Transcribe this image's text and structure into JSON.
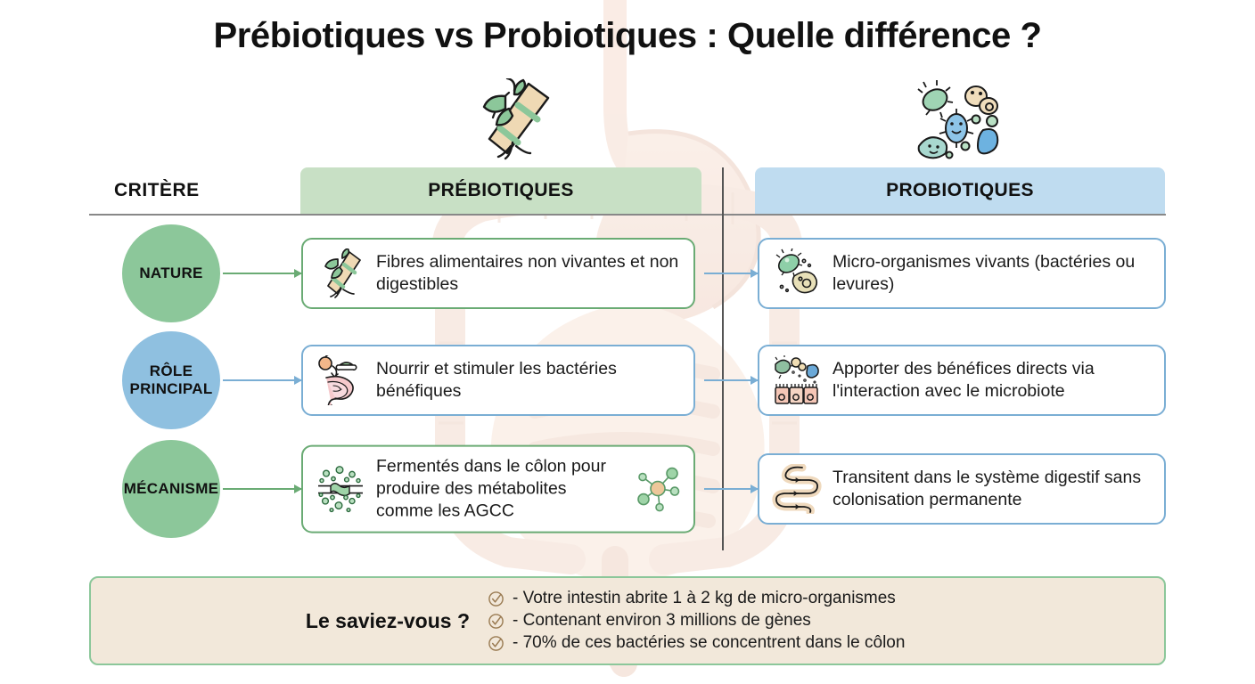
{
  "title": "Prébiotiques vs Probiotiques : Quelle différence ?",
  "columns": {
    "criterion_header": "CRITÈRE",
    "prebiotics_header": "PRÉBIOTIQUES",
    "probiotics_header": "PROBIOTIQUES",
    "prebiotics_icon": "fiber-root-icon",
    "probiotics_icon": "bacteria-cluster-icon"
  },
  "colors": {
    "green_header": "#c8e0c5",
    "blue_header": "#bfdcf0",
    "green_circle": "#8cc79a",
    "blue_circle": "#8fc0e0",
    "green_border": "#6aab74",
    "blue_border": "#7aaed4",
    "factbox_bg": "#f2e8da",
    "check_icon": "#9a7b52"
  },
  "rows": [
    {
      "criterion": "NATURE",
      "criterion_lines": [
        "NATURE"
      ],
      "circle_color": "green",
      "prebiotic": {
        "text": "Fibres alimentaires non vivantes et non digestibles",
        "border": "green",
        "icon": "fiber-root-icon"
      },
      "probiotic": {
        "text": "Micro-organismes vivants (bactéries ou levures)",
        "border": "blue",
        "icon": "bacteria-pair-icon"
      }
    },
    {
      "criterion": "RÔLE PRINCIPAL",
      "criterion_lines": [
        "RÔLE",
        "PRINCIPAL"
      ],
      "circle_color": "blue",
      "prebiotic": {
        "text": "Nourrir et stimuler les bactéries bénéfiques",
        "border": "blue",
        "icon": "food-intestine-icon"
      },
      "probiotic": {
        "text": "Apporter des bénéfices directs via l'interaction avec le microbiote",
        "border": "blue",
        "icon": "gut-lining-bacteria-icon"
      }
    },
    {
      "criterion": "MÉCANISME",
      "criterion_lines": [
        "MÉCANISME"
      ],
      "circle_color": "green",
      "prebiotic": {
        "text": "Fermentés dans le côlon pour produire des métabolites comme les AGCC",
        "border": "green",
        "icon": "fermentation-icon",
        "trailing_icon": "molecule-icon"
      },
      "probiotic": {
        "text": "Transitent dans le système digestif sans colonisation permanente",
        "border": "blue",
        "icon": "intestine-transit-icon"
      }
    }
  ],
  "factbox": {
    "title": "Le saviez-vous ?",
    "items": [
      "- Votre intestin abrite 1 à 2 kg de micro-organismes",
      "- Contenant environ 3 millions de gènes",
      "- 70% de ces bactéries se concentrent dans le côlon"
    ]
  }
}
